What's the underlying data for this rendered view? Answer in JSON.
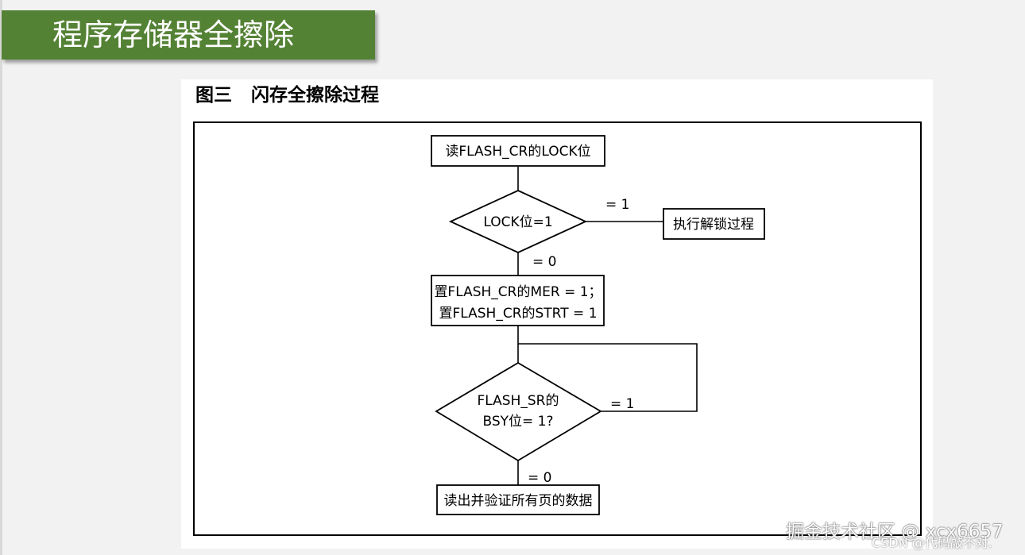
{
  "slide": {
    "title": "程序存储器全擦除"
  },
  "figure": {
    "caption": "图三   闪存全擦除过程"
  },
  "flowchart": {
    "step_read_lock": "读FLASH_CR的LOCK位",
    "decision_lock": "LOCK位=1",
    "label_lock_eq1": "= 1",
    "step_unlock": "执行解锁过程",
    "label_lock_eq0": "= 0",
    "step_set_mer_line1": "置FLASH_CR的MER = 1；",
    "step_set_mer_line2": "置FLASH_CR的STRT = 1",
    "decision_bsy_line1": "FLASH_SR的",
    "decision_bsy_line2": "BSY位= 1?",
    "label_bsy_eq1": "= 1",
    "label_bsy_eq0": "= 0",
    "step_verify": "读出并验证所有页的数据"
  },
  "watermark": {
    "main": "掘金技术社区 @ xcx6657",
    "sub": "CSDN @代码敲不对."
  },
  "colors": {
    "title_banner": "#548235",
    "background": "#f2f2f2"
  }
}
